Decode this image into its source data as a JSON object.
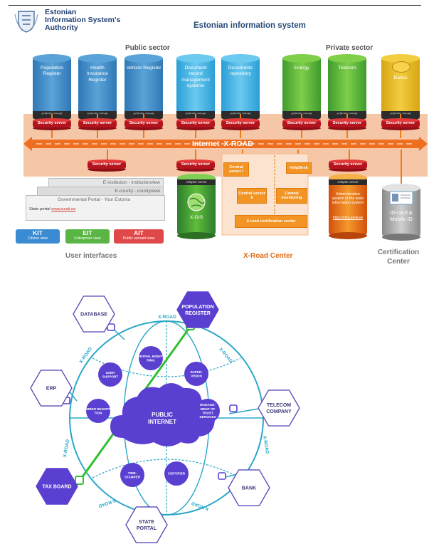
{
  "header": {
    "org_line1": "Estonian",
    "org_line2": "Information System's",
    "org_line3": "Authority",
    "title": "Estonian information system"
  },
  "sectors": {
    "public": "Public sector",
    "private": "Private sector"
  },
  "databases": [
    {
      "label": "Population Register",
      "adapter": "Adapter server",
      "color": "#2f78b6",
      "top": "#5aa3d8"
    },
    {
      "label": "Health Insurance Register",
      "adapter": "Adapter server",
      "color": "#2f78b6",
      "top": "#5aa3d8"
    },
    {
      "label": "Vehicle Register",
      "adapter": "Adapter server",
      "color": "#2f78b6",
      "top": "#5aa3d8"
    },
    {
      "label": "Document record management systems",
      "adapter": "Adapter server",
      "color": "#2a9fd6",
      "top": "#6cc9f0"
    },
    {
      "label": "Documents repository",
      "adapter": "Adapter server",
      "color": "#2a9fd6",
      "top": "#6cc9f0"
    },
    {
      "label": "Energy",
      "adapter": "Adapter server",
      "color": "#3f9b2d",
      "top": "#7fcf4b"
    },
    {
      "label": "Telecom",
      "adapter": "Adapter server",
      "color": "#3f9b2d",
      "top": "#7fcf4b"
    },
    {
      "label": "Banks",
      "adapter": "Adapter server",
      "color": "#d8a512",
      "top": "#f2cd40"
    }
  ],
  "security_server": "Security server",
  "internet": "Internet",
  "xroad": "X-ROAD",
  "center_boxes": {
    "central1": "Central server I",
    "central2": "Central server II",
    "central_monitoring": "Central monitoring",
    "helpdesk": "HelpDesk",
    "certification": "X-road certification center"
  },
  "xgis": {
    "adapter": "Adapter server",
    "label": "X-GIS"
  },
  "admin_system": {
    "adapter": "Adapter server",
    "label": "Administration system of the state information system",
    "link": "https://riha.eesti.ee"
  },
  "idcard": {
    "label": "ID-card & Mobile ID"
  },
  "portal_layers": {
    "institution": "E-institution - institutionview",
    "county": "E-county - countyview",
    "governmental": "Governmental Portal - Your Estonia",
    "state_portal": "State portal",
    "state_portal_link": "www.eesti.ee"
  },
  "user_views": [
    {
      "code": "KIT",
      "caption": "Citizen view",
      "color": "#3a8bd1"
    },
    {
      "code": "EIT",
      "caption": "Enterpriser view",
      "color": "#59b544"
    },
    {
      "code": "AIT",
      "caption": "Public servant view",
      "color": "#e0494a"
    }
  ],
  "bottom_labels": {
    "user_interfaces": "User interfaces",
    "xroad_center": "X-Road Center",
    "certification_center": "Certification Center"
  },
  "diagram2": {
    "hexagons": {
      "database": "DATABASE",
      "population_register": "POPULATION REGISTER",
      "erp": "ERP",
      "telecom_company": "TELECOM COMPANY",
      "tax_board": "TAX BOARD",
      "bank": "BANK",
      "state_portal": "STATE PORTAL"
    },
    "services": {
      "central_monitoring": "CENTRAL MONITO- RING",
      "user_support": "USER SUPPORT",
      "member_registration": "MEMBER REGISTRA- TION",
      "supervision": "SUPER- VISION",
      "management_trust": "MANAGE- MENT OF TRUST SERVICES",
      "time_stamper": "TIME- STAMPER",
      "certifier": "CERTIFIER"
    },
    "cloud": "PUBLIC INTERNET",
    "xroad_label": "X-ROAD",
    "colors": {
      "ring": "#2aa7c8",
      "purple": "#5a3fd1",
      "green": "#2fbf2f",
      "outline": "#5b4fb8"
    }
  }
}
